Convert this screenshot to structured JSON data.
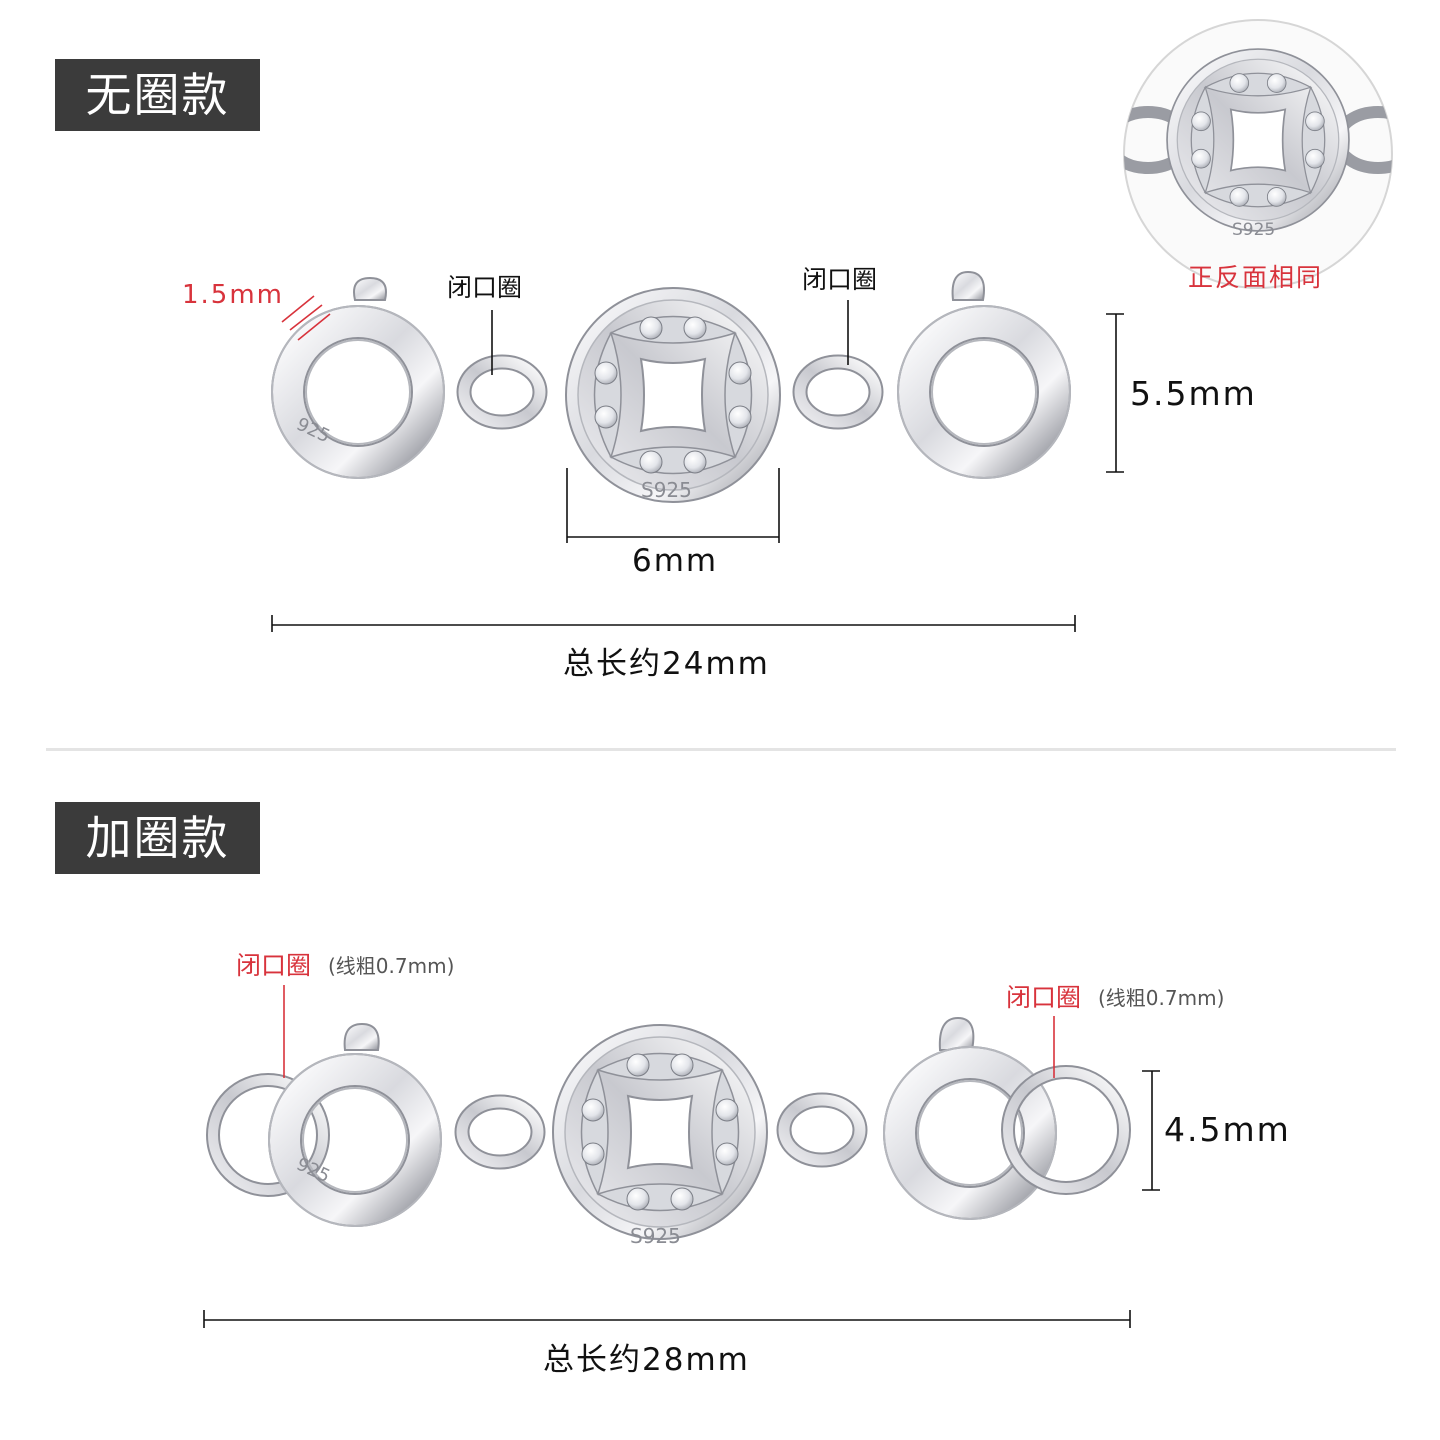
{
  "top": {
    "tag": "无圈款",
    "wire_thickness": "1.5mm",
    "closed_ring_left": "闭口圈",
    "closed_ring_right": "闭口圈",
    "height": "5.5mm",
    "width": "6mm",
    "total_length": "总长约24mm",
    "inset_caption": "正反面相同"
  },
  "bottom": {
    "tag": "加圈款",
    "closed_ring_left": "闭口圈",
    "closed_ring_left_note": "(线粗0.7mm)",
    "closed_ring_right": "闭口圈",
    "closed_ring_right_note": "(线粗0.7mm)",
    "height": "4.5mm",
    "total_length": "总长约28mm"
  },
  "engravings": {
    "clasp": "925",
    "coin": "S925"
  },
  "colors": {
    "tag_bg": "#3b3b3b",
    "accent_red": "#d8333c",
    "silver_light": "#f4f4f6",
    "silver_dark": "#9a9ca3"
  }
}
